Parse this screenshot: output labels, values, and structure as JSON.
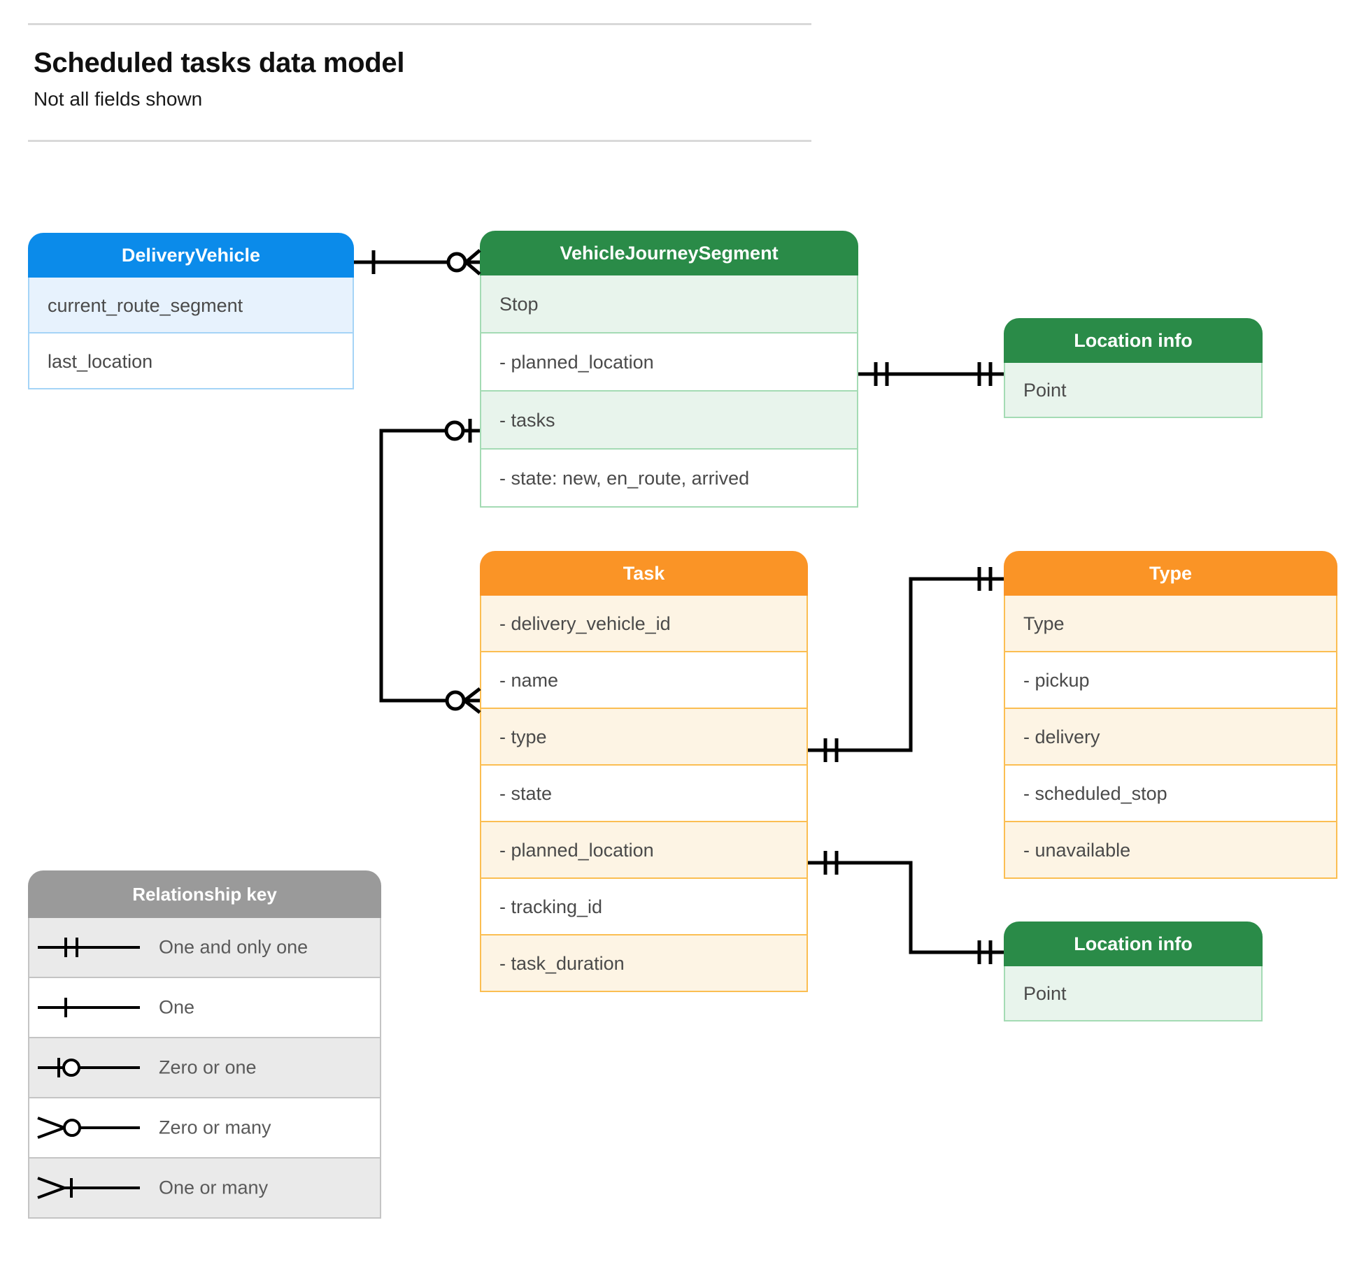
{
  "header": {
    "title": "Scheduled tasks data model",
    "subtitle": "Not all fields shown"
  },
  "entities": [
    {
      "id": "deliveryvehicle",
      "name": "DeliveryVehicle",
      "color": "#0b8bea",
      "rows": [
        {
          "label": "current_route_segment"
        },
        {
          "label": "last_location"
        }
      ]
    },
    {
      "id": "vjs",
      "name": "VehicleJourneySegment",
      "color": "#2a8b48",
      "rows": [
        {
          "label": "Stop"
        },
        {
          "label": "-  planned_location"
        },
        {
          "label": "- tasks"
        },
        {
          "label": "- state: new, en_route, arrived"
        }
      ]
    },
    {
      "id": "locinfo-top",
      "name": "Location info",
      "color": "#2a8b48",
      "rows": [
        {
          "label": "Point"
        }
      ]
    },
    {
      "id": "task",
      "name": "Task",
      "color": "#fa9426",
      "rows": [
        {
          "label": "- delivery_vehicle_id"
        },
        {
          "label": "- name"
        },
        {
          "label": "- type"
        },
        {
          "label": "- state"
        },
        {
          "label": "- planned_location"
        },
        {
          "label": "- tracking_id"
        },
        {
          "label": "- task_duration"
        }
      ]
    },
    {
      "id": "type",
      "name": "Type",
      "color": "#fa9426",
      "rows": [
        {
          "label": "Type"
        },
        {
          "label": "-   pickup"
        },
        {
          "label": "-   delivery"
        },
        {
          "label": "-   scheduled_stop"
        },
        {
          "label": "-   unavailable"
        }
      ]
    },
    {
      "id": "locinfo-bot",
      "name": "Location info",
      "color": "#2a8b48",
      "rows": [
        {
          "label": "Point"
        }
      ]
    }
  ],
  "legend": {
    "title": "Relationship key",
    "items": [
      {
        "symbol": "one-and-only-one",
        "label": "One and only one"
      },
      {
        "symbol": "one",
        "label": "One"
      },
      {
        "symbol": "zero-or-one",
        "label": "Zero or one"
      },
      {
        "symbol": "zero-or-many",
        "label": "Zero or many"
      },
      {
        "symbol": "one-or-many",
        "label": "One or many"
      }
    ]
  },
  "relationships": [
    {
      "from": "DeliveryVehicle",
      "from_cardinality": "one",
      "to": "VehicleJourneySegment",
      "to_cardinality": "zero-or-many"
    },
    {
      "from": "VehicleJourneySegment.planned_location",
      "from_cardinality": "one-and-only-one",
      "to": "Location info.Point",
      "to_cardinality": "one-and-only-one"
    },
    {
      "from": "VehicleJourneySegment.tasks",
      "from_cardinality": "zero-or-one",
      "to": "Task",
      "to_cardinality": "zero-or-many"
    },
    {
      "from": "Task.type",
      "from_cardinality": "one-and-only-one",
      "to": "Type",
      "to_cardinality": "one-and-only-one"
    },
    {
      "from": "Task.planned_location",
      "from_cardinality": "one-and-only-one",
      "to": "Location info.Point",
      "to_cardinality": "one-and-only-one"
    }
  ],
  "colors": {
    "blue": "#0b8bea",
    "green": "#2a8b48",
    "orange": "#fa9426",
    "grey": "#9a9a9a",
    "line": "#000000",
    "text": "#4a4a4a"
  }
}
